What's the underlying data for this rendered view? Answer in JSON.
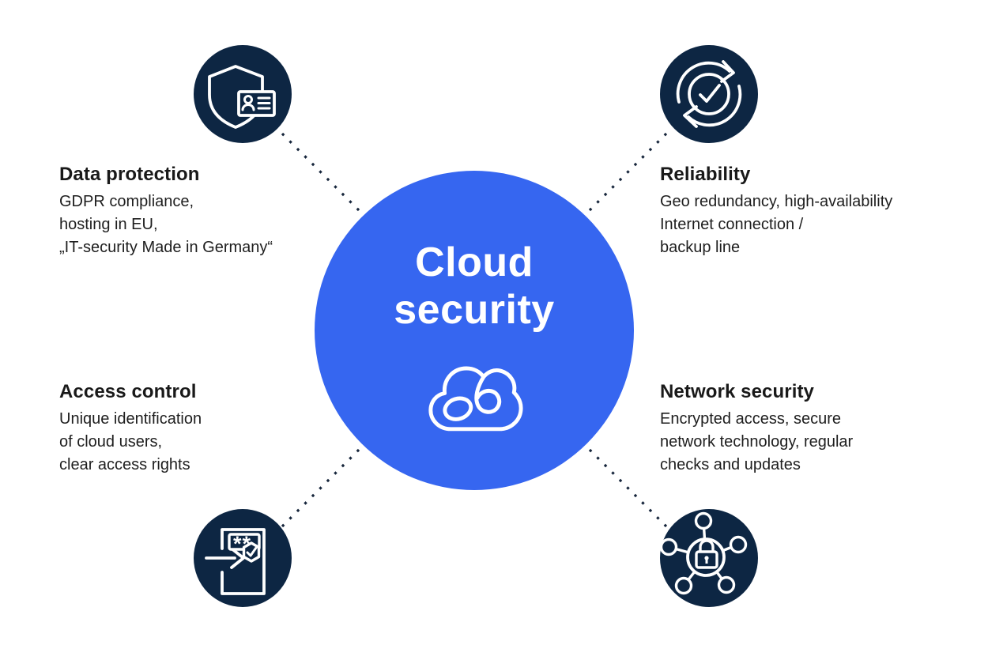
{
  "colors": {
    "accent_blue": "#3666F0",
    "badge_navy": "#0D2643",
    "dot_color": "#16253B",
    "text_color": "#191919",
    "background": "#ffffff"
  },
  "center": {
    "title_line1": "Cloud",
    "title_line2": "security",
    "icon": "cloud-logo-icon"
  },
  "sections": [
    {
      "id": "data-protection",
      "position": "top-left",
      "icon": "shield-id-card-icon",
      "title": "Data protection",
      "lines": [
        "GDPR compliance,",
        "hosting in EU,",
        "„IT-security Made in Germany“"
      ]
    },
    {
      "id": "reliability",
      "position": "top-right",
      "icon": "sync-check-icon",
      "title": "Reliability",
      "lines": [
        "Geo redundancy, high-availability",
        "Internet connection /",
        "backup line"
      ]
    },
    {
      "id": "access-control",
      "position": "bottom-left",
      "icon": "login-password-icon",
      "title": "Access control",
      "lines": [
        "Unique identification",
        "of cloud users,",
        "clear access rights"
      ]
    },
    {
      "id": "network-security",
      "position": "bottom-right",
      "icon": "network-lock-icon",
      "title": "Network security",
      "lines": [
        "Encrypted access, secure",
        "network technology, regular",
        "checks and updates"
      ]
    }
  ]
}
